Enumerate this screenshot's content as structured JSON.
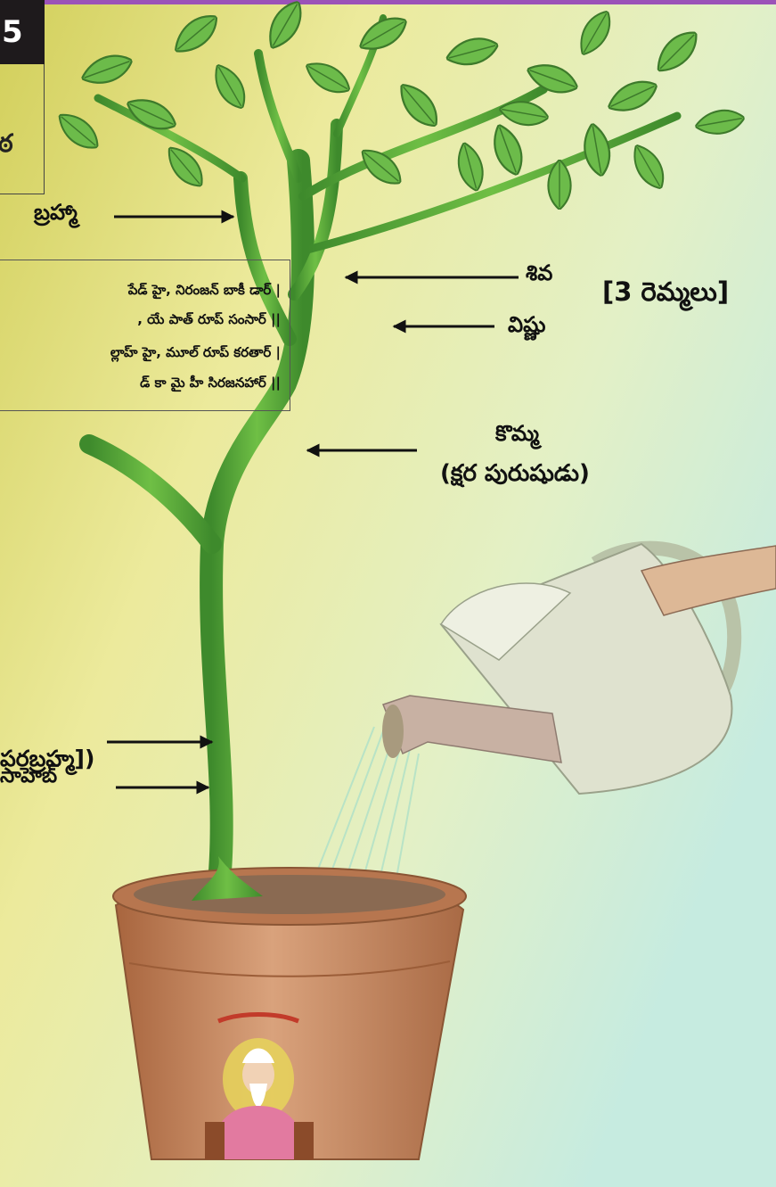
{
  "badge": {
    "number": "5",
    "box_text": "ఠ"
  },
  "labels": {
    "brahma": "బ్రహ్మా",
    "shiva": "శివ",
    "vishnu": "విష్ణు",
    "three_branches": "[3 రెమ్మలు]",
    "branch": "కొమ్మ",
    "branch_sub": "(క్షర పురుషుడు)",
    "trunk": "పరబ్రహ్మ])",
    "root": "సాహెబ్"
  },
  "quote_lines": [
    "పేడ్ హై, నిరంజన్ బాకీ డార్ |",
    ", యే పాత్ రూప్ సంసార్ ||",
    "ల్లాహ్ హై, మూల్ రూప్ కరతార్ |",
    "డ్ కా మై హీ సిరజనహార్ ||"
  ],
  "colors": {
    "bg_top": "#c9c74a",
    "bg_mid": "#eae7a6",
    "bg_right": "#c9ecdd",
    "trunk": "#5aa83c",
    "trunk_dark": "#3e7e2a",
    "leaf": "#6cbb4a",
    "pot": "#c98a63",
    "pot_rim": "#b7764f",
    "can": "#d9dcc9"
  }
}
